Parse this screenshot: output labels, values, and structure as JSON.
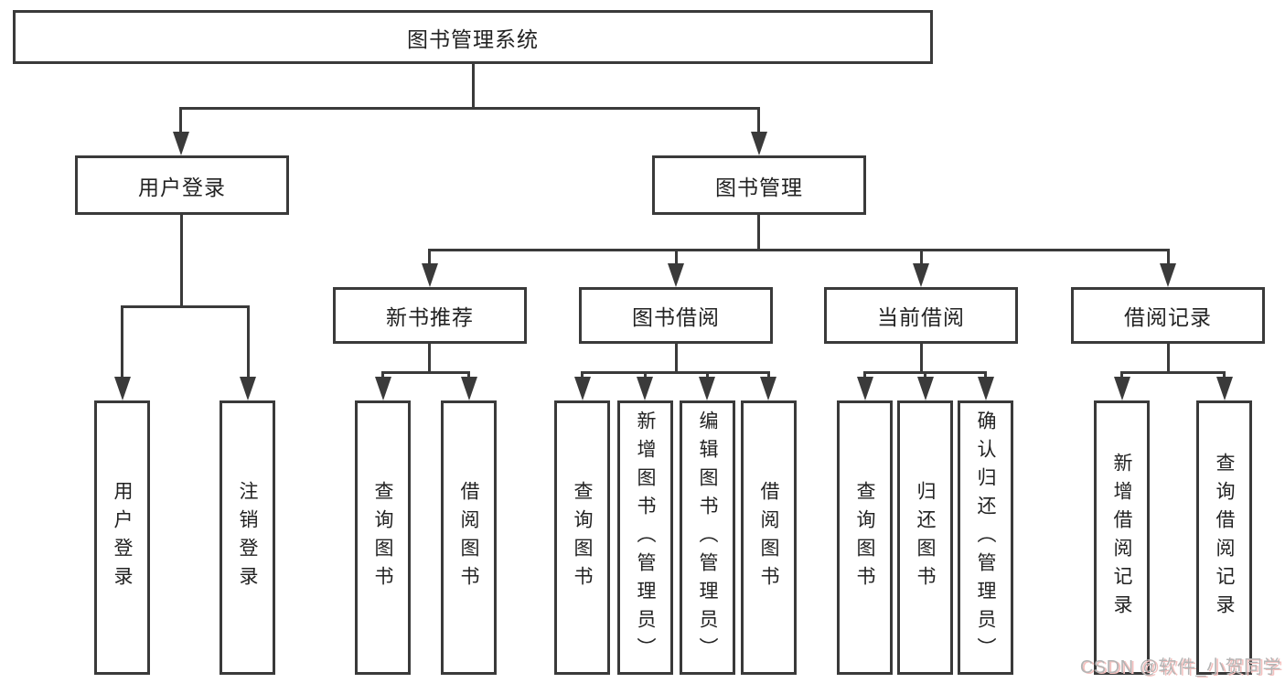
{
  "diagram_title": "图书管理系统",
  "tree": {
    "root": {
      "label": "图书管理系统"
    },
    "branches": [
      {
        "label": "用户登录",
        "children": [
          {
            "label": "用户登录"
          },
          {
            "label": "注销登录"
          }
        ]
      },
      {
        "label": "图书管理",
        "children": [
          {
            "label": "新书推荐",
            "children": [
              {
                "label": "查询图书"
              },
              {
                "label": "借阅图书"
              }
            ]
          },
          {
            "label": "图书借阅",
            "children": [
              {
                "label": "查询图书"
              },
              {
                "label": "新增图书（管理员）"
              },
              {
                "label": "编辑图书（管理员）"
              },
              {
                "label": "借阅图书"
              }
            ]
          },
          {
            "label": "当前借阅",
            "children": [
              {
                "label": "查询图书"
              },
              {
                "label": "归还图书"
              },
              {
                "label": "确认归还（管理员）"
              }
            ]
          },
          {
            "label": "借阅记录",
            "children": [
              {
                "label": "新增借阅记录"
              },
              {
                "label": "查询借阅记录"
              }
            ]
          }
        ]
      }
    ]
  },
  "watermark": {
    "text": "CSDN @软件_小贺同学"
  },
  "colors": {
    "line": "#3a3a3a",
    "border": "#3a3a3a",
    "text": "#222222",
    "background": "#ffffff",
    "watermark": "#b4b4b4",
    "watermark_shadow": "#f4c0be"
  }
}
